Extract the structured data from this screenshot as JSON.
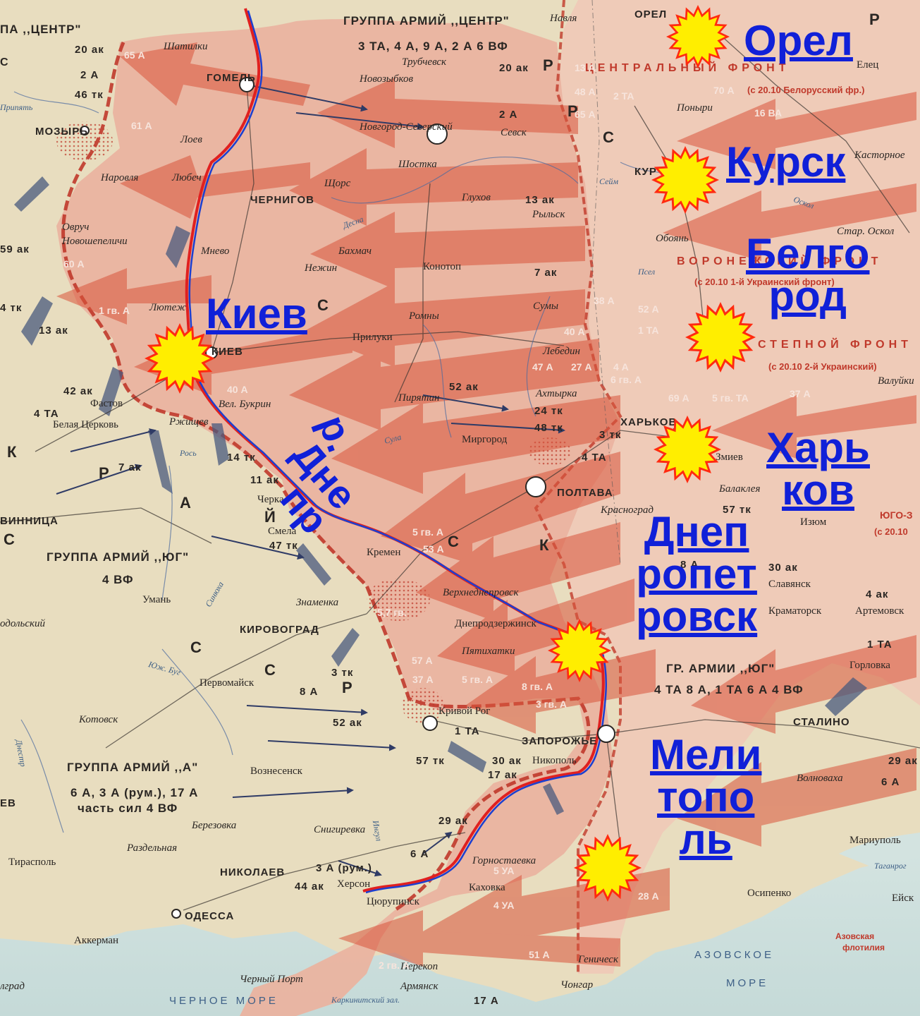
{
  "overlay_labels": {
    "orel": "Орел",
    "kursk": "Курск",
    "belgorod": [
      "Белго",
      "род"
    ],
    "kiev": "Киев",
    "kharkov": [
      "Харь",
      "ков"
    ],
    "dnepropetrovsk": [
      "Днеп",
      "ропет",
      "ровск"
    ],
    "melitopol": [
      "Мели",
      "топо",
      "ль"
    ],
    "river": [
      "р.",
      "Дне",
      "пр"
    ]
  },
  "map_labels": {
    "group_center": "ГРУППА АРМИЙ ,,ЦЕНТР\"",
    "group_center_armies": "3 ТА, 4 А, 9 А, 2 А 6 ВФ",
    "group_center_left": "ПА ,,ЦЕНТР\"",
    "group_south": "ГРУППА АРМИЙ ,,ЮГ\"",
    "group_south_vf": "4 ВФ",
    "group_a": "ГРУППА АРМИЙ ,,А\"",
    "group_a_armies_1": "6 А, 3 А (рум.), 17 А",
    "group_a_armies_2": "часть сил 4 ВФ",
    "gr_army_south": "ГР. АРМИИ ,,ЮГ\"",
    "gr_army_south_armies": "4 ТА 8 А, 1 ТА 6 А 4 ВФ",
    "central_front": "ЦЕНТРАЛЬНЫЙ ФРОНТ",
    "central_front_note": "(с 20.10 Белорусский фр.)",
    "voronezh_front": "ВОРОНЕЖСКИЙ ФРОНТ",
    "voronezh_front_note": "(с 20.10 1-й Украинский фронт)",
    "steppe_front": "СТЕПНОЙ ФРОНТ",
    "steppe_front_note": "(с 20.10 2-й Украинский)",
    "yugo": "ЮГО-З",
    "yugo_note": "(с 20.10",
    "black_sea": "ЧЕРНОЕ МОРЕ",
    "azov_sea_1": "АЗОВСКОЕ",
    "azov_sea_2": "МОРЕ",
    "azov_flotilla_1": "Азовская",
    "azov_flotilla_2": "флотилия",
    "cities": {
      "gomel": "ГОМЕЛЬ",
      "mozyr": "МОЗЫРЬ",
      "chernigov": "ЧЕРНИГОВ",
      "kiev_city": "КИЕВ",
      "poltava": "ПОЛТАВА",
      "kirovograd": "КИРОВОГРАД",
      "odessa": "ОДЕССА",
      "nikolaev": "НИКОЛАЕВ",
      "zaporozhye": "ЗАПОРОЖЬЕ",
      "kharkov_city": "ХАРЬКОВ",
      "orel_city": "ОРЕЛ",
      "kursk_city": "КУР",
      "vinnitsa": "ВИННИЦА",
      "stalino": "СТАЛИНО",
      "novozybkov": "Новозыбков",
      "trubchevsk": "Трубчевск",
      "novgorod_severskiy": "Новгород-Северский",
      "sevsk": "Севск",
      "shostka": "Шостка",
      "shchors": "Щорс",
      "glukhov": "Глухов",
      "rylsk": "Рыльск",
      "bakhmach": "Бахмач",
      "nezhin": "Нежин",
      "konotop": "Конотоп",
      "sumy": "Сумы",
      "romny": "Ромны",
      "priluki": "Прилуки",
      "lebedin": "Лебедин",
      "akhtyrka": "Ахтырка",
      "pyryatin": "Пирятин",
      "mirgorod": "Миргород",
      "vel_bukrin": "Вел. Букрин",
      "rzhishchev": "Ржищев",
      "fastov": "Фастов",
      "belaya_tserkov": "Белая Церковь",
      "cherkassy": "Черка",
      "smela": "Смела",
      "kremenchug": "Кремен",
      "verkhnedneprovsk": "Верхнеднепровск",
      "dneprodzerzhinsk": "Днепродзержинск",
      "pyatikhatki": "Пятихатки",
      "krivoy_rog": "Кривой Рог",
      "nikopol": "Никополь",
      "kakhovka": "Каховка",
      "gornostaevka": "Горностаевка",
      "kherson": "Херсон",
      "tsyurupinsk": "Цюрупинск",
      "perekop": "Перекоп",
      "armyansk": "Армянск",
      "chongar": "Чонгар",
      "genichesk": "Геническ",
      "chernyy_port": "Черный Порт",
      "karkinitskiy": "Каркинитский зал.",
      "snigirevka": "Снигиревка",
      "berezovka": "Березовка",
      "razdelnaya": "Раздельная",
      "tiraspol": "Тирасполь",
      "akkerman": "Аккерман",
      "voznesensk": "Вознесенск",
      "pervomaysk": "Первомайск",
      "kotovsk": "Котовск",
      "uman": "Умань",
      "znamenka": "Знаменка",
      "poltava_region": "Красноград",
      "izyum": "Изюм",
      "balakleya": "Балаклея",
      "zmiev": "Змиев",
      "slavyansk": "Славянск",
      "kramatorsk": "Краматорск",
      "artemovsk": "Артемовск",
      "gorlovka": "Горловка",
      "volnovakha": "Волноваха",
      "mariupol": "Мариуполь",
      "osipenko": "Осипенко",
      "taganrog": "Таганрог",
      "eysk": "Ейск",
      "melitopol_city": "Мели",
      "ponyri": "Поныри",
      "oboyan": "Обоянь",
      "kastornoe": "Касторное",
      "star_oskol": "Стар. Оскол",
      "valuyki": "Валуйки",
      "elets": "Елец",
      "navlya": "Навля",
      "shatilki": "Шатилки",
      "loev": "Лоев",
      "narovlya": "Наровля",
      "lyubech": "Любеч",
      "ovruch": "Овруч",
      "novoshepelichi": "Новошепеличи",
      "mnev": "Мнево",
      "lyutezh": "Лютеж",
      "podolskiy": "одольский",
      "gradnev": "ЕВ",
      "grad": "лград"
    },
    "rivers": {
      "desna": "Десна",
      "sula": "Сула",
      "psel": "Псел",
      "seym": "Сейм",
      "oskol": "Оскол",
      "ros": "Рось",
      "yuzh_bug": "Юж. Буг",
      "ingul": "Ингул",
      "dnestr": "Днестр",
      "sinyukha": "Синюха",
      "pripyat": "Припять"
    },
    "units_german": [
      "20 ак",
      "2 А",
      "46 тк",
      "20 ак",
      "2 А",
      "13 ак",
      "7 ак",
      "24 тк",
      "48 тк",
      "3 тк",
      "52 ак",
      "42 ак",
      "13 ак",
      "4 тк",
      "59 ак",
      "4 ТА",
      "7 ак",
      "14 тк",
      "11 ак",
      "47 тк",
      "3 тк",
      "8 А",
      "52 ак",
      "57 тк",
      "30 ак",
      "17 ак",
      "29 ак",
      "6 А",
      "3 А (рум.)",
      "44 ак",
      "1 ТА",
      "8 А",
      "30 ак",
      "4 ак",
      "1 ТА",
      "57 тк",
      "29 ак",
      "6 А",
      "4 ТА",
      "17 А"
    ],
    "units_soviet": [
      "65 А",
      "48 А",
      "2 ТА",
      "13 А",
      "70 А",
      "65 А",
      "16 ВА",
      "61 А",
      "60 А",
      "1 гв. А",
      "38 А",
      "40 А",
      "52 А",
      "1 ТА",
      "47 А",
      "27 А",
      "4 А",
      "6 гв. А",
      "69 А",
      "5 гв. ТА",
      "37 А",
      "40 А",
      "5 гв. А",
      "53 А",
      "57 А",
      "5,7 гв.",
      "8 гв. А",
      "3 гв. А",
      "5 УА",
      "28 А",
      "51 А",
      "2 гв. А",
      "4 УА",
      "37 А",
      "5 гв. А"
    ],
    "front_letters": [
      "Р",
      "С",
      "С",
      "Р",
      "К",
      "Й",
      "А",
      "С",
      "Р",
      "С",
      "К",
      "С",
      "Р",
      "С",
      "К",
      "С",
      "Р"
    ]
  }
}
